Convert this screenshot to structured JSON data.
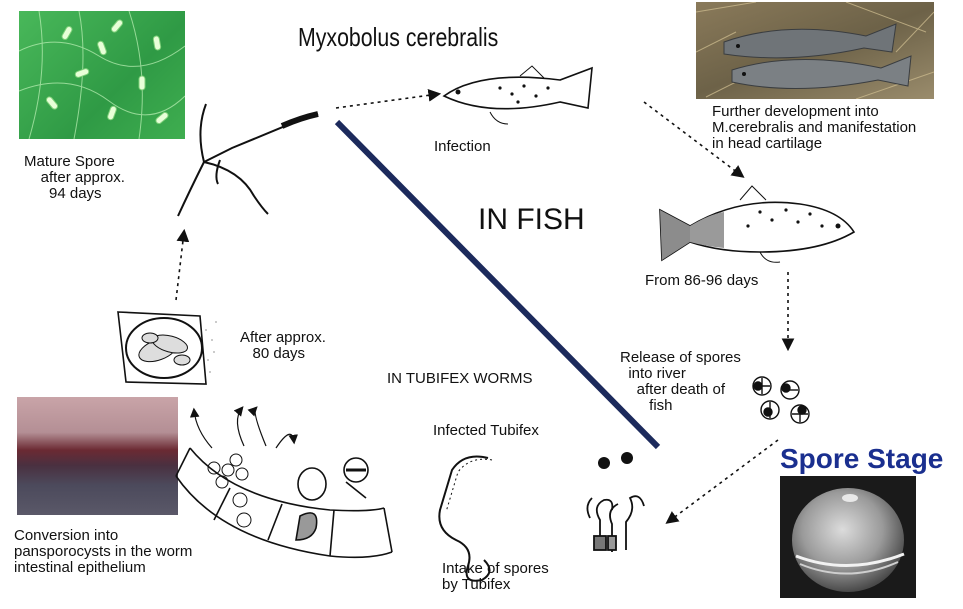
{
  "title": "Myxobolus cerebralis",
  "regions": {
    "in_fish": "IN FISH",
    "in_tubifex": "IN TUBIFEX WORMS"
  },
  "spore_stage": "Spore Stage",
  "labels": {
    "mature_spore": "Mature Spore\n    after approx.\n      94 days",
    "infection": "Infection",
    "further_development": "Further development into\nM.cerebralis and manifestation\nin head cartilage",
    "from_86_96": "From 86-96 days",
    "release_spores": "Release of spores\n  into river\n    after death of\n       fish",
    "infected_tubifex": "Infected Tubifex",
    "intake_spores": "Intake of spores\nby Tubifex",
    "after_80_days": "After approx.\n   80 days",
    "conversion": "Conversion into\npansporocysts in the worm\nintestinal epithelium"
  }
}
